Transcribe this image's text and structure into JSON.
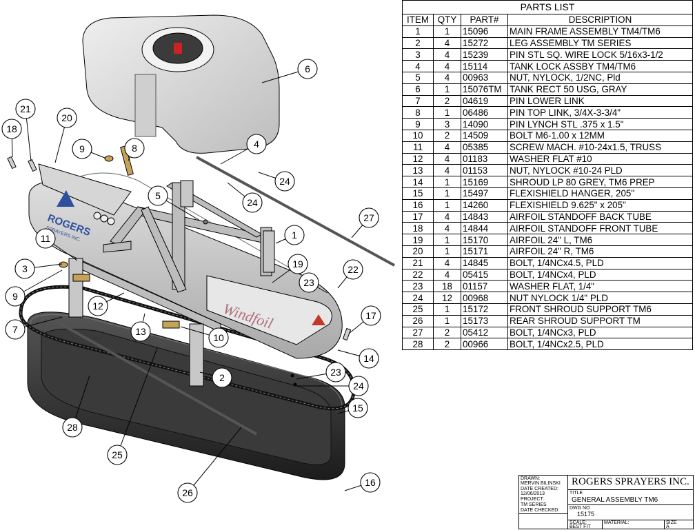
{
  "parts_list": {
    "title": "PARTS LIST",
    "headers": [
      "ITEM",
      "QTY",
      "PART#",
      "DESCRIPTION"
    ],
    "rows": [
      [
        "1",
        "1",
        "15096",
        "MAIN FRAME ASSEMBLY TM4/TM6"
      ],
      [
        "2",
        "4",
        "15272",
        "LEG ASSEMBLY TM SERIES"
      ],
      [
        "3",
        "4",
        "15239",
        "PIN STL SQ. WIRE LOCK 5/16x3-1/2"
      ],
      [
        "4",
        "4",
        "15114",
        "TANK LOCK ASSBY TM4/TM6"
      ],
      [
        "5",
        "4",
        "00963",
        "NUT, NYLOCK, 1/2NC, Pld"
      ],
      [
        "6",
        "1",
        "15076TM",
        "TANK RECT 50 USG, GRAY"
      ],
      [
        "7",
        "2",
        "04619",
        "PIN LOWER LINK"
      ],
      [
        "8",
        "1",
        "06486",
        "PIN TOP LINK, 3/4X-3-3/4\""
      ],
      [
        "9",
        "3",
        "14090",
        "PIN LYNCH STL .375 x 1.5\""
      ],
      [
        "10",
        "2",
        "14509",
        "BOLT M6-1.00 x 12MM"
      ],
      [
        "11",
        "4",
        "05385",
        "SCREW MACH. #10-24x1.5, TRUSS"
      ],
      [
        "12",
        "4",
        "01183",
        "WASHER FLAT #10"
      ],
      [
        "13",
        "4",
        "01153",
        "NUT, NYLOCK #10-24 PLD"
      ],
      [
        "14",
        "1",
        "15169",
        "SHROUD LP 80 GREY, TM6 PREP"
      ],
      [
        "15",
        "1",
        "15497",
        "FLEXISHIELD HANGER, 205\""
      ],
      [
        "16",
        "1",
        "14260",
        "FLEXISHIELD 9.625\" x 205\""
      ],
      [
        "17",
        "4",
        "14843",
        "AIRFOIL STANDOFF BACK TUBE"
      ],
      [
        "18",
        "4",
        "14844",
        "AIRFOIL STANDOFF FRONT TUBE"
      ],
      [
        "19",
        "1",
        "15170",
        "AIRFOIL 24\" L, TM6"
      ],
      [
        "20",
        "1",
        "15171",
        "AIRFOIL 24\" R, TM6"
      ],
      [
        "21",
        "4",
        "14845",
        "BOLT, 1/4NCx4.5, PLD"
      ],
      [
        "22",
        "4",
        "05415",
        "BOLT, 1/4NCx4, PLD"
      ],
      [
        "23",
        "18",
        "01157",
        "WASHER FLAT, 1/4\""
      ],
      [
        "24",
        "12",
        "00968",
        "NUT NYLOCK 1/4\" PLD"
      ],
      [
        "25",
        "1",
        "15172",
        "FRONT SHROUD SUPPORT TM6"
      ],
      [
        "26",
        "1",
        "15173",
        "REAR SHROUD SUPPORT TM"
      ],
      [
        "27",
        "2",
        "05412",
        "BOLT, 1/4NCx3, PLD"
      ],
      [
        "28",
        "2",
        "00966",
        "BOLT, 1/4NCx2.5, PLD"
      ]
    ]
  },
  "title_block": {
    "drawn_label": "DRAWN:",
    "drawn_value": "MERVIN BILINSKI",
    "date_created_label": "DATE CREATED:",
    "date_created_value": "12/06/2013",
    "project_label": "PROJECT:",
    "project_value": "TM SERIES",
    "date_checked_label": "DATE CHECKED:",
    "company": "ROGERS SPRAYERS INC.",
    "title_label": "TITLE",
    "title_value": "GENERAL ASSEMBLY TM6",
    "dwg_no_label": "DWG NO",
    "dwg_no_value": "15175",
    "scale_label": "SCALE:",
    "scale_value": "BEST FIT",
    "material_label": "MATERIAL:",
    "size_label": "SIZE",
    "size_value": "A"
  },
  "drawing": {
    "shroud_brand": "ROGERS",
    "shroud_brand_sub": "SPRAYERS INC.",
    "airfoil_brand": "Windfoil",
    "balloons": [
      "1",
      "2",
      "3",
      "4",
      "5",
      "6",
      "7",
      "8",
      "9",
      "9",
      "10",
      "11",
      "12",
      "13",
      "14",
      "15",
      "16",
      "17",
      "18",
      "19",
      "20",
      "21",
      "22",
      "23",
      "23",
      "24",
      "24",
      "24",
      "25",
      "26",
      "27",
      "28"
    ],
    "colors": {
      "tank": "#dcdcdc",
      "frame": "#b8b8b8",
      "shroud": "#c9c9c9",
      "flexishield": "#2f2f2f",
      "brand_blue": "#2c4f9e",
      "airfoil_text": "#b0707a"
    }
  }
}
